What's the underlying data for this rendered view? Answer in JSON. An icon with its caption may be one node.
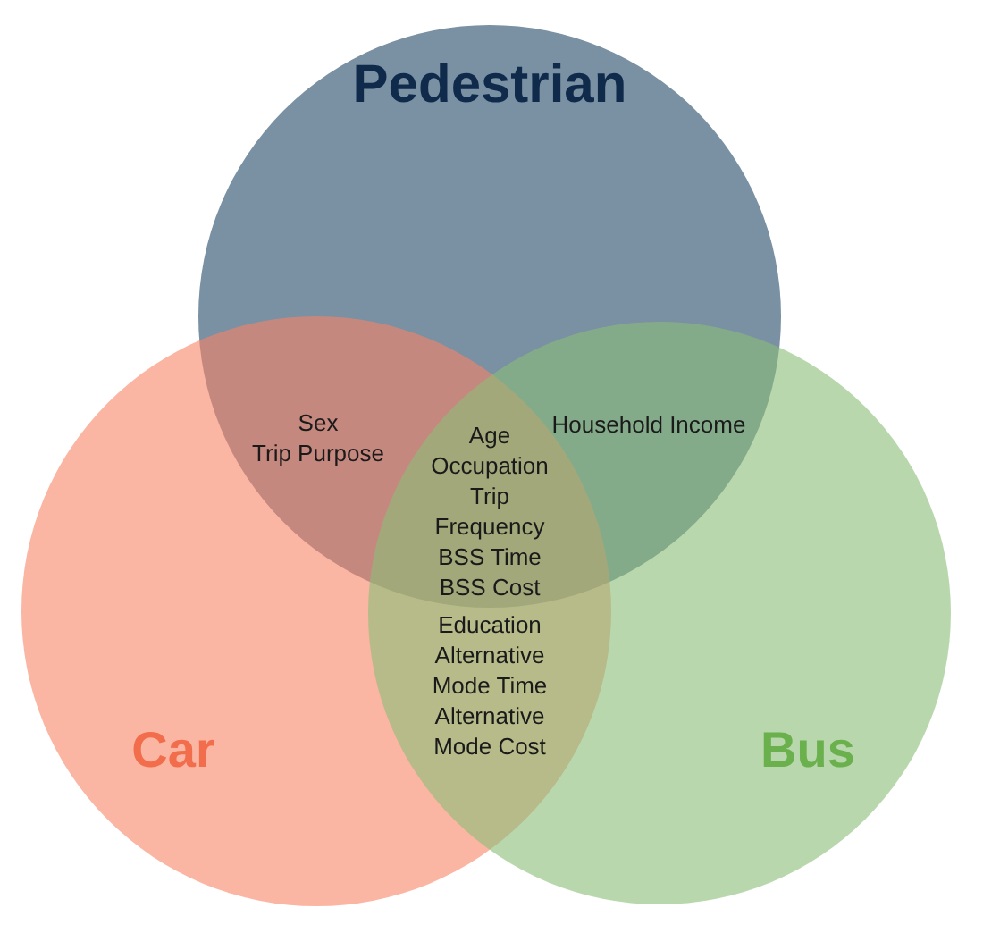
{
  "diagram": {
    "nodes": [
      {
        "text": [
          "Pedestrian"
        ]
      },
      {
        "text": [
          "Car"
        ]
      },
      {
        "text": [
          "Bus"
        ]
      }
    ],
    "labels": [
      "Sex",
      "Trip Purpose",
      "Household Income",
      "Age",
      "Occupation",
      "Trip Frequency",
      "BSS Time",
      "BSS Cost",
      "Education",
      "Alternative Mode Time",
      "Alternative Mode Cost"
    ]
  }
}
